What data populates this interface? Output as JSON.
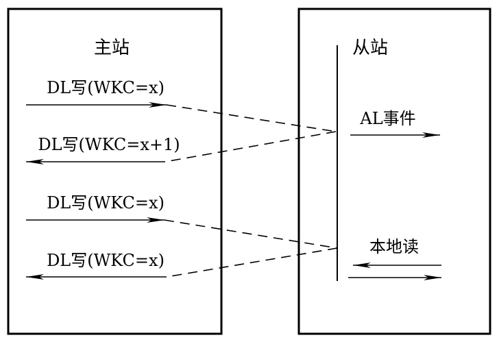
{
  "master": {
    "title": "主站"
  },
  "slave": {
    "title": "从站"
  },
  "messages": [
    {
      "label": "DL写(WKC=x)"
    },
    {
      "label": "DL写(WKC=x+1)"
    },
    {
      "label": "DL写(WKC=x)"
    },
    {
      "label": "DL写(WKC=x)"
    }
  ],
  "slave_events": [
    {
      "label": "AL事件"
    },
    {
      "label": "本地读"
    }
  ],
  "colors": {
    "line": "#000000",
    "background": "#ffffff"
  }
}
